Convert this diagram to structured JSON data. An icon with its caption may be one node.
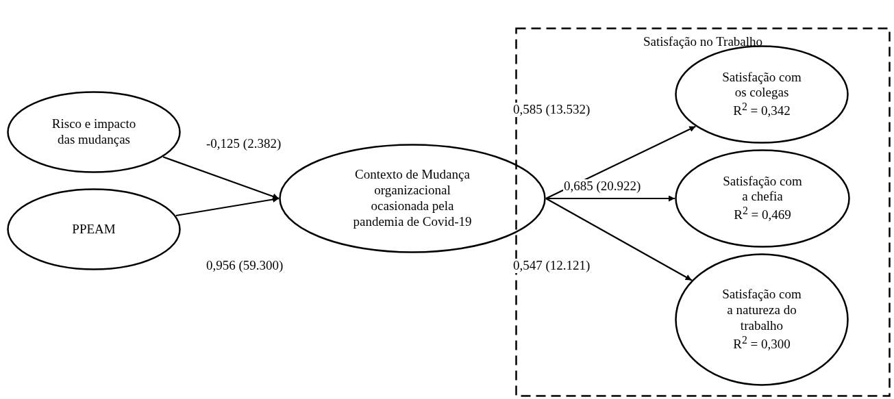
{
  "diagram": {
    "nodes": [
      {
        "text": [
          "Risco e impacto das mudanças"
        ]
      },
      {
        "text": [
          "PPEAM"
        ]
      },
      {
        "text": [
          "Contexto de Mudança organizacional ocasionada pela pandemia de Covid-19"
        ]
      },
      {
        "text": [
          "Satisfação no Trabalho"
        ]
      },
      {
        "text": [
          "Satisfação com os colegas",
          "R$^{2}$ = 0,342"
        ],
        "in": 3
      },
      {
        "text": [
          "Satisfação com a chefia",
          "R$^{2}$ = 0,469"
        ],
        "in": 3
      },
      {
        "text": [
          "Satisfação com a natureza do trabalho",
          "R$^{2}$ = 0,300"
        ],
        "in": 3
      }
    ],
    "edges": [
      {
        "from": 0,
        "to": 2,
        "arrow": "to",
        "label": "-0,125 (2.382)"
      },
      {
        "from": 1,
        "to": 2,
        "arrow": "to",
        "label": "0,956 (59.300)"
      },
      {
        "from": 2,
        "to": 4,
        "arrow": "to",
        "label": "0,585 (13.532)"
      },
      {
        "from": 2,
        "to": 5,
        "arrow": "to",
        "label": "0,685 (20.922)"
      },
      {
        "from": 2,
        "to": 6,
        "arrow": "to",
        "label": "0,547 (12.121)"
      }
    ]
  }
}
